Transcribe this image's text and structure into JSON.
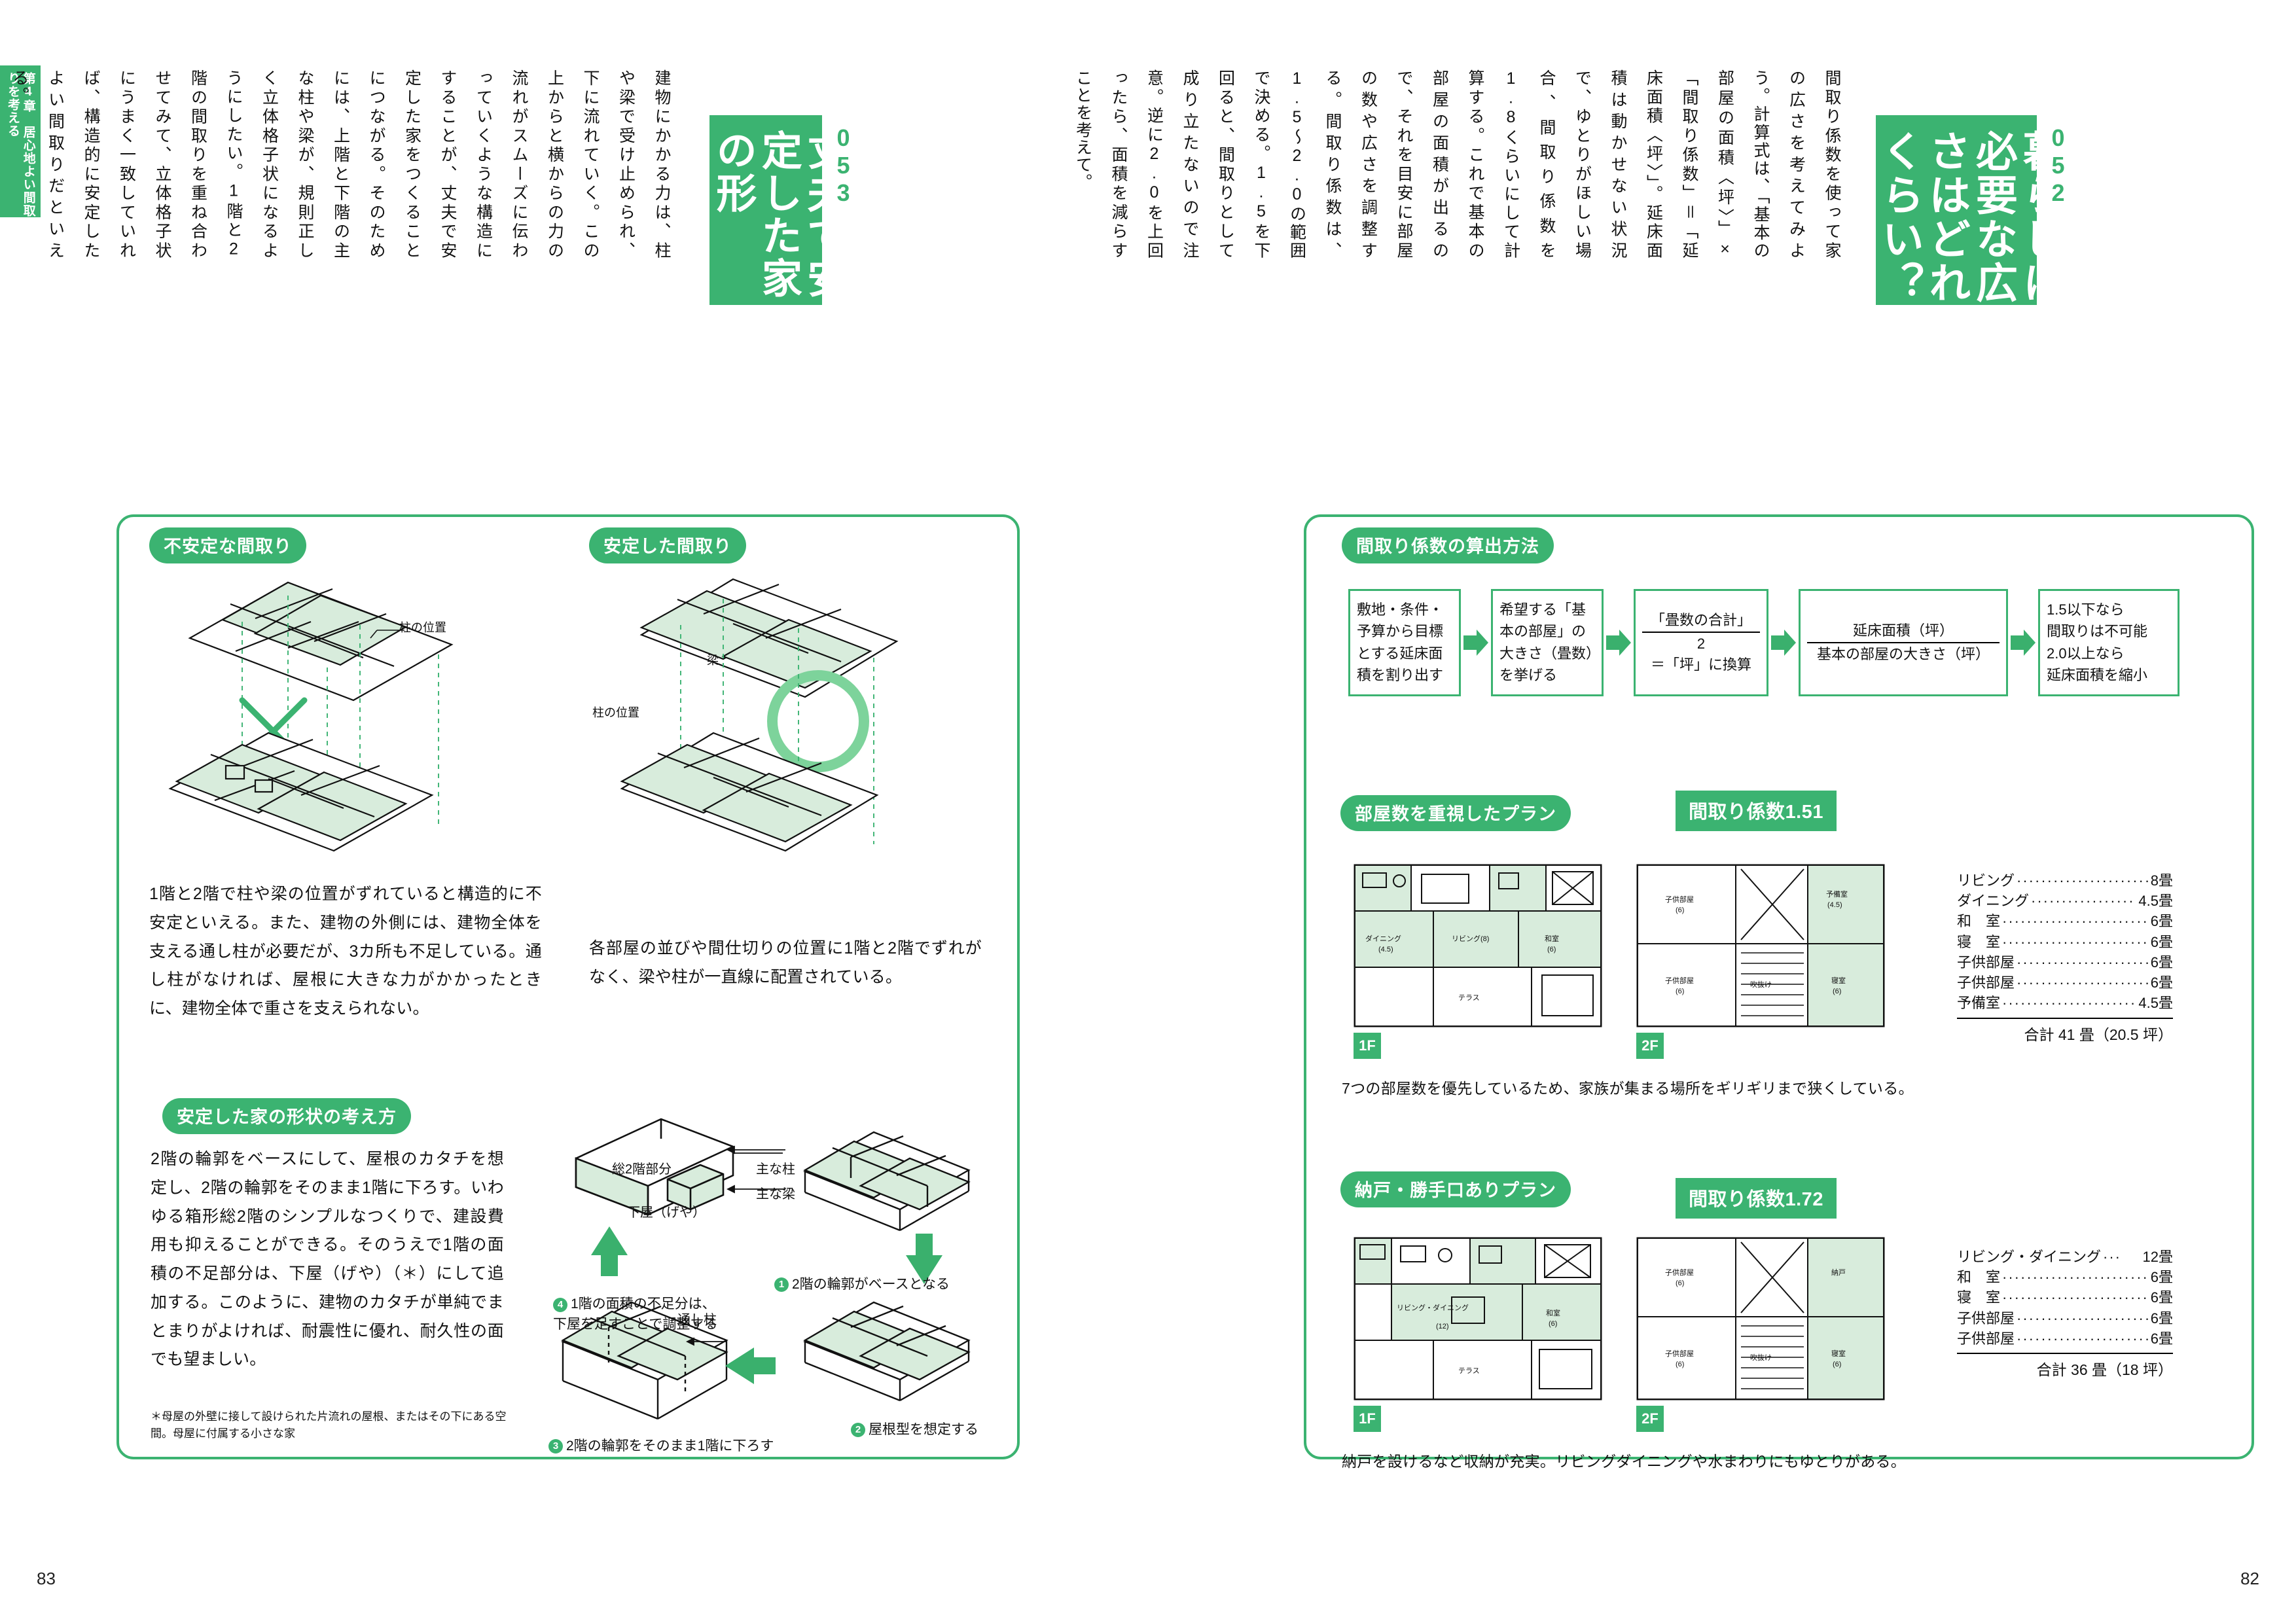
{
  "book": {
    "chapter_tab": "第4章　居心地よい間取りを考える",
    "accent_color": "#3bb371",
    "plan_fill_color": "#d8ecdc"
  },
  "left_page": {
    "folio": "83",
    "section_number": "053",
    "title": "丈夫で安定した家の形",
    "body": "建物にかかる力は、柱や梁で受け止められ、下に流れていく。この上からと横からの力の流れがスムーズに伝わっていくような構造にすることが、丈夫で安定した家をつくることにつながる。そのためには、上階と下階の主な柱や梁が、規則正しく立体格子状になるようにしたい。1階と2階の間取りを重ね合わせてみて、立体格子状にうまく一致していれば、構造的に安定したよい間取りだといえる。",
    "diagram_unstable": {
      "label": "不安定な間取り",
      "annotation": "柱の位置",
      "caption": "1階と2階で柱や梁の位置がずれていると構造的に不安定といえる。また、建物の外側には、建物全体を支える通し柱が必要だが、3カ所も不足している。通し柱がなければ、屋根に大きな力がかかったときに、建物全体で重さを支えられない。"
    },
    "diagram_stable": {
      "label": "安定した間取り",
      "annotation_beam": "梁",
      "annotation_column": "柱の位置",
      "caption": "各部屋の並びや間仕切りの位置に1階と2階でずれがなく、梁や柱が一直線に配置されている。"
    },
    "shape_section": {
      "label": "安定した家の形状の考え方",
      "body": "2階の輪郭をベースにして、屋根のカタチを想定し、2階の輪郭をそのまま1階に下ろす。いわゆる箱形総2階のシンプルなつくりで、建設費用も抑えることができる。そのうえで1階の面積の不足部分は、下屋（げや）（＊）にして追加する。このように、建物のカタチが単純でまとまりがよければ、耐震性に優れ、耐久性の面でも望ましい。",
      "footnote": "＊母屋の外壁に接して設けられた片流れの屋根、またはその下にある空間。母屋に付属する小さな家",
      "steps": [
        {
          "num": "1",
          "text": "2階の輪郭がベースとなる"
        },
        {
          "num": "2",
          "text": "屋根型を想定する"
        },
        {
          "num": "3",
          "text": "2階の輪郭をそのまま1階に下ろす"
        },
        {
          "num": "4",
          "text": "1階の面積の不足分は、\n下屋を足すことで調整する"
        }
      ],
      "annotations": {
        "main_column": "主な柱",
        "main_beam": "主な梁",
        "through_column": "通し柱",
        "full_two_story": "総2階部分",
        "geya": "下屋（げや）",
        "geya_ruby": "げや"
      }
    }
  },
  "right_page": {
    "folio": "82",
    "section_number": "052",
    "title": "暮らしに必要な広さはどれくらい？",
    "body": "間取り係数を使って家の広さを考えてみよう。計算式は、「基本の部屋の面積〈坪〉」×「間取り係数」＝「延床面積〈坪〉」。延床面積は動かせない状況で、ゆとりがほしい場合、間取り係数を1.8くらいにして計算する。これで基本の部屋の面積が出るので、それを目安に部屋の数や広さを調整する。間取り係数は、1.5〜2.0の範囲で決める。1.5を下回ると、間取りとして成り立たないので注意。逆に2.0を上回ったら、面積を減らすことを考えて。",
    "flow": {
      "label": "間取り係数の算出方法",
      "steps": [
        {
          "kind": "text",
          "lines": [
            "敷地・条件・",
            "予算から目標",
            "とする延床面",
            "積を割り出す"
          ]
        },
        {
          "kind": "text",
          "lines": [
            "希望する「基",
            "本の部屋」の",
            "大きさ（畳数）",
            "を挙げる"
          ]
        },
        {
          "kind": "fraction",
          "numerator": "「畳数の合計」",
          "denominator": "2",
          "equals": "＝「坪」に換算"
        },
        {
          "kind": "fraction",
          "numerator": "延床面積（坪）",
          "denominator": "基本の部屋の大きさ（坪）",
          "equals": ""
        },
        {
          "kind": "text",
          "lines": [
            "1.5以下なら",
            "間取りは不可能",
            "2.0以上なら",
            "延床面積を縮小"
          ]
        }
      ]
    },
    "plans": [
      {
        "label": "部屋数を重視したプラン",
        "coefficient_label": "間取り係数1.51",
        "floor_tags": [
          "1F",
          "2F"
        ],
        "caption": "7つの部屋数を優先しているため、家族が集まる場所をギリギリまで狭くしている。",
        "rooms": [
          {
            "name": "リビング",
            "value": "8畳"
          },
          {
            "name": "ダイニング",
            "value": "4.5畳"
          },
          {
            "name": "和　室",
            "value": "6畳"
          },
          {
            "name": "寝　室",
            "value": "6畳"
          },
          {
            "name": "子供部屋",
            "value": "6畳"
          },
          {
            "name": "子供部屋",
            "value": "6畳"
          },
          {
            "name": "予備室",
            "value": "4.5畳"
          }
        ],
        "total": "合計 41 畳（20.5 坪）",
        "plan_rooms_1f": [
          "ダイニング(4.5)",
          "リビング(8)",
          "和室(6)",
          "テラス"
        ],
        "plan_rooms_2f": [
          "子供部屋(6)",
          "子供部屋(6)",
          "予備室(4.5)",
          "寝室(6)",
          "吹抜け"
        ]
      },
      {
        "label": "納戸・勝手口ありプラン",
        "coefficient_label": "間取り係数1.72",
        "floor_tags": [
          "1F",
          "2F"
        ],
        "caption": "納戸を設けるなど収納が充実。リビングダイニングや水まわりにもゆとりがある。",
        "rooms": [
          {
            "name": "リビング・ダイニング",
            "value": "12畳"
          },
          {
            "name": "和　室",
            "value": "6畳"
          },
          {
            "name": "寝　室",
            "value": "6畳"
          },
          {
            "name": "子供部屋",
            "value": "6畳"
          },
          {
            "name": "子供部屋",
            "value": "6畳"
          }
        ],
        "total": "合計 36 畳（18 坪）",
        "plan_rooms_1f": [
          "リビング・ダイニング(12)",
          "和室(6)",
          "テラス"
        ],
        "plan_rooms_2f": [
          "子供部屋(6)",
          "子供部屋(6)",
          "納戸",
          "寝室(6)",
          "吹抜け"
        ]
      }
    ]
  }
}
